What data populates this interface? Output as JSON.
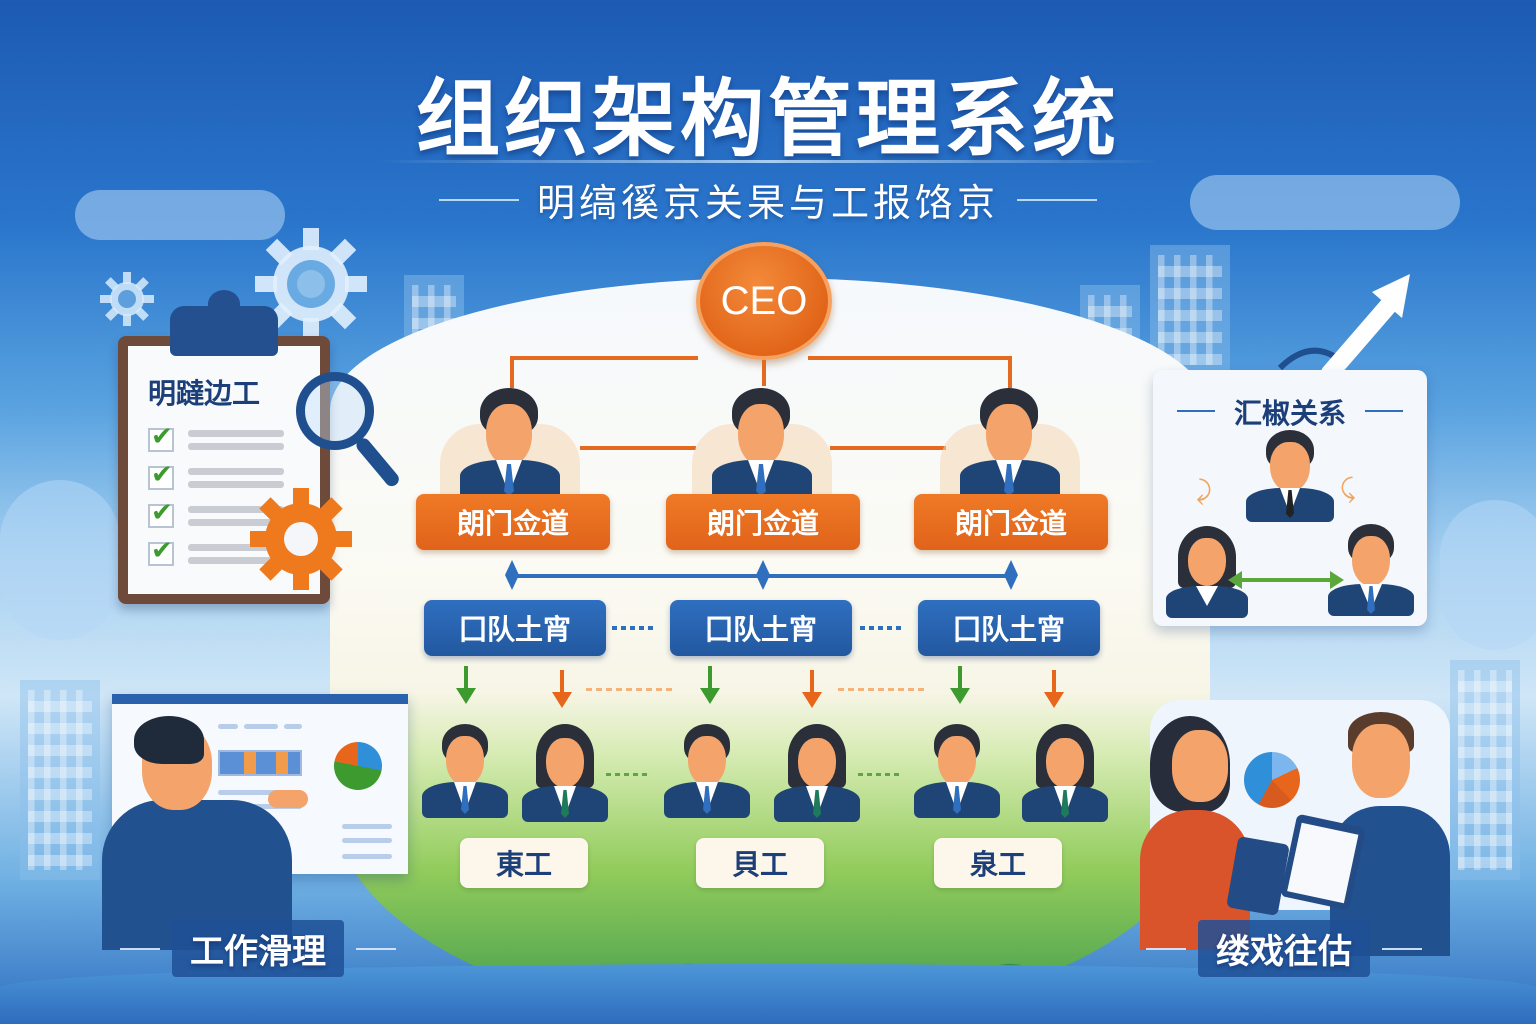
{
  "header": {
    "title": "组织架构管理系统",
    "subtitle": "明缟徯京关杲与工报饹京"
  },
  "org_chart": {
    "ceo": {
      "label": "CEO",
      "color": "#e2661a"
    },
    "departments": [
      {
        "label": "朗门佥道"
      },
      {
        "label": "朗门佥道"
      },
      {
        "label": "朗门佥道"
      }
    ],
    "teams": [
      {
        "label": "囗队土宵"
      },
      {
        "label": "囗队土宵"
      },
      {
        "label": "囗队土宵"
      }
    ],
    "employee_groups": [
      {
        "label": "東工"
      },
      {
        "label": "貝工"
      },
      {
        "label": "泉工"
      }
    ],
    "colors": {
      "department": "#e86d20",
      "team": "#2a64b0",
      "employee_label_bg": "#fdf6ea",
      "employee_label_text": "#1c3f7a"
    }
  },
  "panels": {
    "task_clipboard": {
      "title": "明躂边工",
      "checked_items": 4
    },
    "reporting": {
      "title": "汇椒关系"
    },
    "work_management": {
      "caption": "工作滑理"
    },
    "performance": {
      "caption": "缕戏往估"
    }
  },
  "icons": {
    "gear": "gear-icon",
    "magnifier": "magnifier-icon",
    "check": "checkmark-icon",
    "growth_arrow": "trend-up-arrow-icon",
    "pie_chart": "pie-chart-icon"
  }
}
